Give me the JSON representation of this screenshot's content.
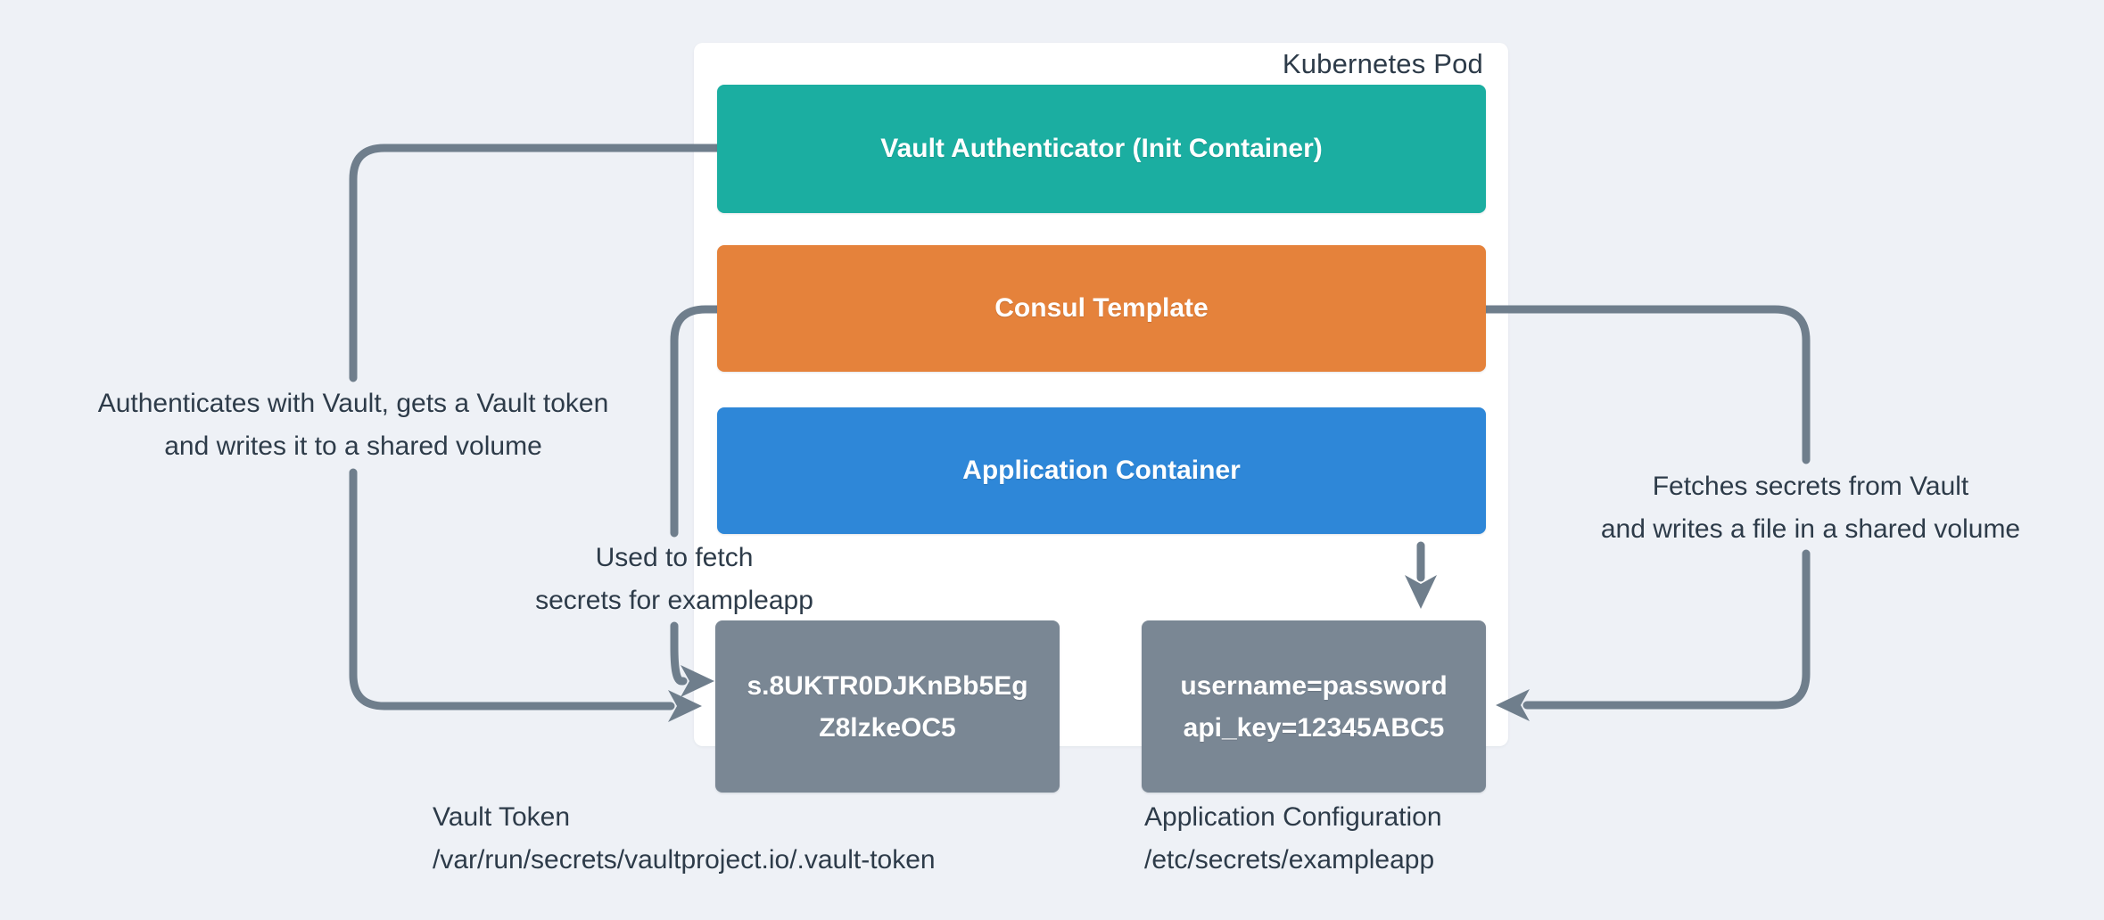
{
  "diagram": {
    "pod_label": "Kubernetes Pod",
    "containers": [
      {
        "id": "vault-authenticator",
        "label": "Vault Authenticator (Init Container)"
      },
      {
        "id": "consul-template",
        "label": "Consul Template"
      },
      {
        "id": "application-container",
        "label": "Application Container"
      }
    ],
    "files": [
      {
        "id": "vault-token-file",
        "lines": [
          "s.8UKTR0DJKnBb5Eg",
          "Z8lzkeOC5"
        ],
        "caption_title": "Vault Token",
        "caption_path": "/var/run/secrets/vaultproject.io/.vault-token"
      },
      {
        "id": "app-config-file",
        "lines": [
          "username=password",
          "api_key=12345ABC5"
        ],
        "caption_title": "Application Configuration",
        "caption_path": "/etc/secrets/exampleapp"
      }
    ],
    "annotations": {
      "auth": {
        "lines": [
          "Authenticates with Vault, gets a Vault token",
          "and writes it to a shared volume"
        ]
      },
      "fetch": {
        "lines": [
          "Used to fetch",
          "secrets for exampleapp"
        ]
      },
      "secrets": {
        "lines": [
          "Fetches secrets from Vault",
          "and writes a file in a shared volume"
        ]
      }
    }
  },
  "colors": {
    "bg": "#eef1f6",
    "card": "#ffffff",
    "teal": "#1baea1",
    "orange": "#e5823b",
    "blue": "#2e87d8",
    "filebox": "#7a8794",
    "line": "#6f7e8c",
    "ink": "#2d3b49"
  }
}
